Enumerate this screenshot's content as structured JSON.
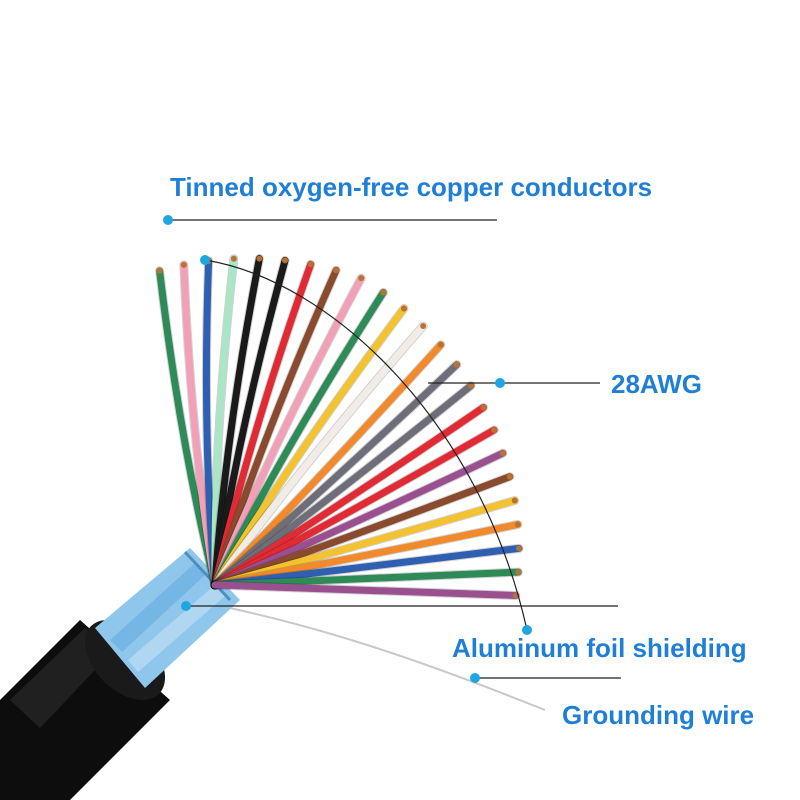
{
  "labels": {
    "conductors": "Tinned oxygen-free copper conductors",
    "awg": "28AWG",
    "foil": "Aluminum foil shielding",
    "ground": "Grounding wire"
  },
  "colors": {
    "label_text": "#1f7fd6",
    "marker_dot": "#1fa6e0",
    "leader_line": "#222222",
    "jacket": "#111111",
    "foil": "#8fc6ec"
  },
  "wire_colors": [
    "green",
    "pink",
    "blue",
    "mint",
    "black",
    "black",
    "red",
    "brown",
    "pink",
    "green",
    "yellow",
    "white",
    "orange",
    "gray",
    "gray",
    "red",
    "red",
    "purple",
    "brown",
    "yellow",
    "orange",
    "blue",
    "green",
    "purple"
  ]
}
